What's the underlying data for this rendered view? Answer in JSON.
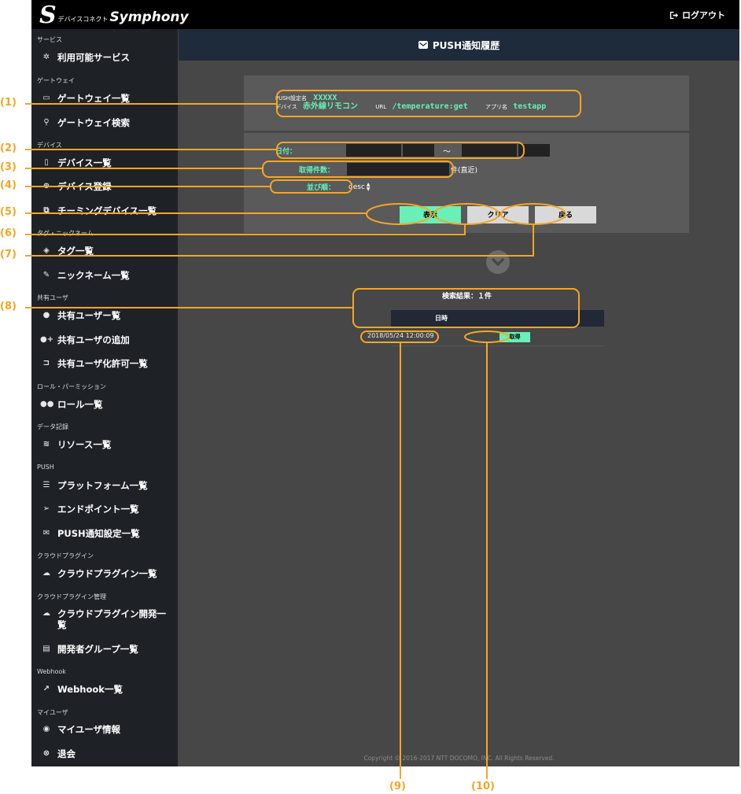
{
  "header": {
    "logo_small": "デバイスコネクト",
    "logo_main": "Symphony",
    "logout": "ログアウト"
  },
  "sidebar": {
    "sections": [
      {
        "label": "サービス",
        "items": [
          {
            "label": "利用可能サービス",
            "icon": "gears-icon"
          }
        ]
      },
      {
        "label": "ゲートウェイ",
        "items": [
          {
            "label": "ゲートウェイ一覧",
            "icon": "hdd-icon"
          },
          {
            "label": "ゲートウェイ検索",
            "icon": "search-icon"
          }
        ]
      },
      {
        "label": "デバイス",
        "items": [
          {
            "label": "デバイス一覧",
            "icon": "mobile-icon"
          },
          {
            "label": "デバイス登録",
            "icon": "plus-circle-icon"
          },
          {
            "label": "チーミングデバイス一覧",
            "icon": "clone-icon"
          }
        ]
      },
      {
        "label": "タグ・ニックネーム",
        "items": [
          {
            "label": "タグ一覧",
            "icon": "tags-icon"
          },
          {
            "label": "ニックネーム一覧",
            "icon": "pencil-icon"
          }
        ]
      },
      {
        "label": "共有ユーザ",
        "items": [
          {
            "label": "共有ユーザー覧",
            "icon": "user-icon"
          },
          {
            "label": "共有ユーザの追加",
            "icon": "user-plus-icon"
          },
          {
            "label": "共有ユーザ化許可一覧",
            "icon": "unlock-icon"
          }
        ]
      },
      {
        "label": "ロール・パーミッション",
        "items": [
          {
            "label": "ロール一覧",
            "icon": "users-icon"
          }
        ]
      },
      {
        "label": "データ記録",
        "items": [
          {
            "label": "リソース一覧",
            "icon": "database-icon"
          }
        ]
      },
      {
        "label": "PUSH",
        "items": [
          {
            "label": "プラットフォーム一覧",
            "icon": "server-icon"
          },
          {
            "label": "エンドポイント一覧",
            "icon": "paper-plane-icon"
          },
          {
            "label": "PUSH通知設定一覧",
            "icon": "envelope-icon"
          }
        ]
      },
      {
        "label": "クラウドプラグイン",
        "items": [
          {
            "label": "クラウドプラグイン一覧",
            "icon": "cloud-icon"
          }
        ]
      },
      {
        "label": "クラウドプラグイン管理",
        "items": [
          {
            "label": "クラウドプラグイン開発一覧",
            "icon": "cloud-upload-icon"
          },
          {
            "label": "開発者グループ一覧",
            "icon": "id-card-icon"
          }
        ]
      },
      {
        "label": "Webhook",
        "items": [
          {
            "label": "Webhook一覧",
            "icon": "external-link-icon"
          }
        ]
      },
      {
        "label": "マイユーザ",
        "items": [
          {
            "label": "マイユーザ情報",
            "icon": "user-circle-icon"
          },
          {
            "label": "退会",
            "icon": "times-circle-icon"
          }
        ]
      }
    ]
  },
  "main": {
    "title": "PUSH通知履歴",
    "info": {
      "push_name_label": "PUSH設定名",
      "push_name_value": "XXXXX",
      "device_label": "デバイス",
      "device_value": "赤外線リモコン",
      "url_label": "URL",
      "url_value": "/temperature:get",
      "app_label": "アプリ名",
      "app_value": "testapp"
    },
    "filters": {
      "date_label": "日付：",
      "date_separator": "〜",
      "count_label": "取得件数：",
      "count_suffix": "件(直近)",
      "order_label": "並び順：",
      "order_value": "desc"
    },
    "buttons": {
      "show": "表示",
      "clear": "クリア",
      "back": "戻る"
    },
    "results": {
      "summary": "検索結果：１件",
      "column_date": "日時",
      "rows": [
        {
          "date": "2018/05/24 12:00:09",
          "action": "取得"
        }
      ]
    },
    "copyright": "Copyright © 2016-2017 NTT DOCOMO, INC. All Rights Reserved."
  },
  "annotations": [
    "(1)",
    "(2)",
    "(3)",
    "(4)",
    "(5)",
    "(6)",
    "(7)",
    "(8)",
    "(9)",
    "(10)"
  ],
  "colors": {
    "accent": "#68f0b8",
    "annotation": "#f5a623",
    "sidebar": "#1e2227",
    "header": "#1e2b3b"
  }
}
